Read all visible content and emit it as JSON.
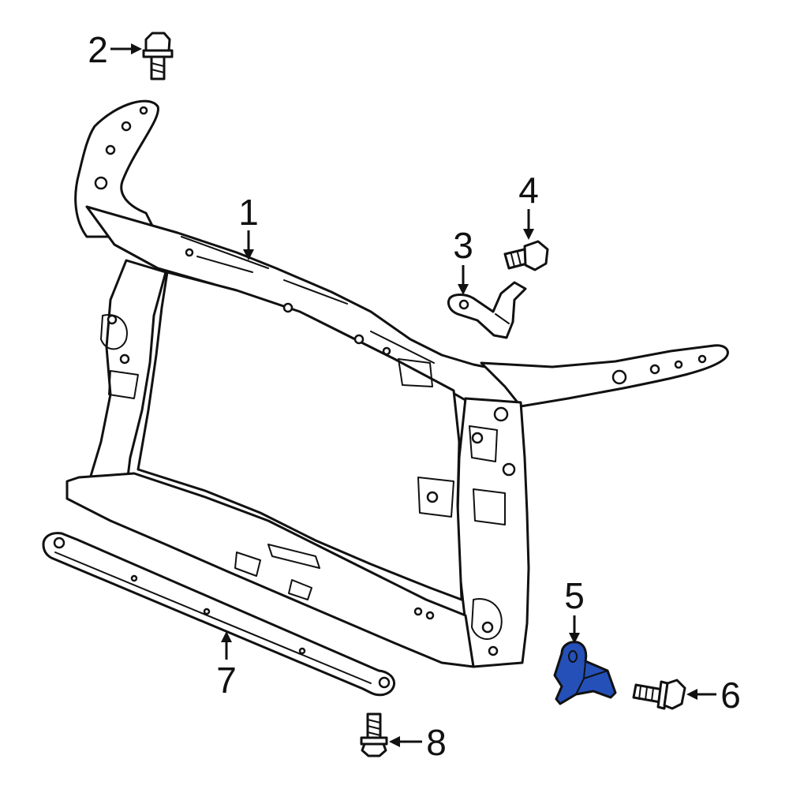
{
  "diagram": {
    "highlight_color": "#2450b8",
    "callouts": [
      {
        "id": "1",
        "label": "1"
      },
      {
        "id": "2",
        "label": "2"
      },
      {
        "id": "3",
        "label": "3"
      },
      {
        "id": "4",
        "label": "4"
      },
      {
        "id": "5",
        "label": "5"
      },
      {
        "id": "6",
        "label": "6"
      },
      {
        "id": "7",
        "label": "7"
      },
      {
        "id": "8",
        "label": "8"
      }
    ]
  }
}
